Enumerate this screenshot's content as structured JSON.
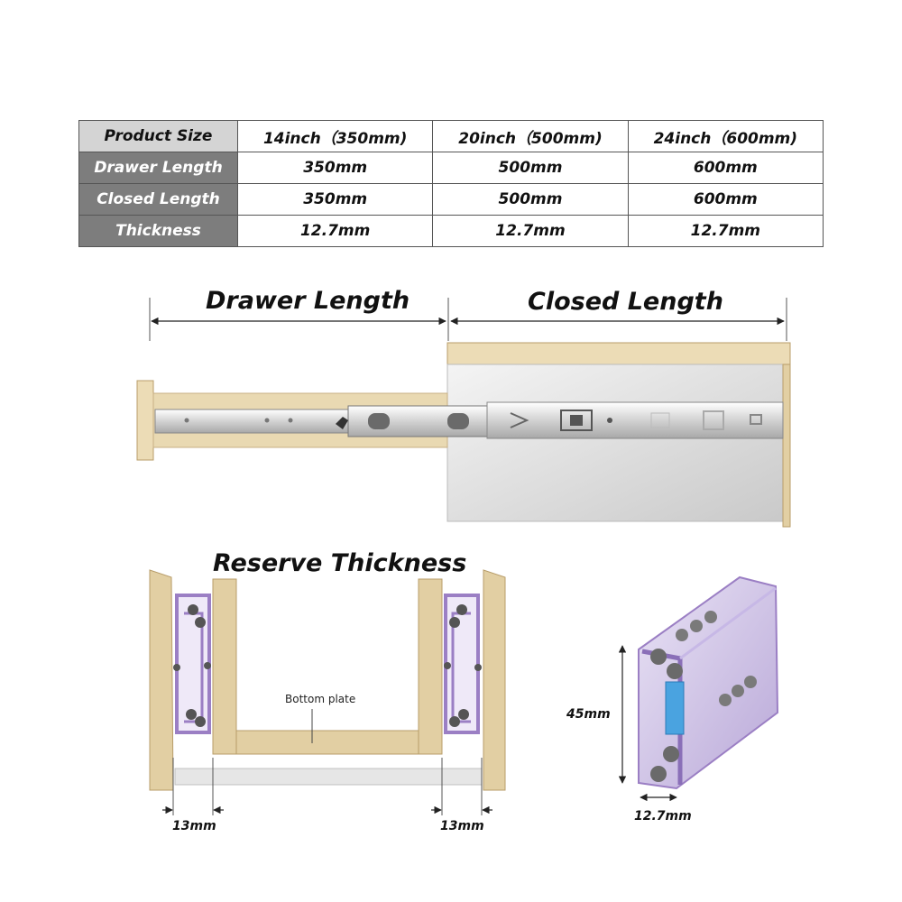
{
  "spec_table": {
    "header": [
      "Product Size",
      "14inch（350mm)",
      "20inch（500mm)",
      "24inch（600mm)"
    ],
    "rows": [
      {
        "label": "Drawer Length",
        "values": [
          "350mm",
          "500mm",
          "600mm"
        ]
      },
      {
        "label": "Closed Length",
        "values": [
          "350mm",
          "500mm",
          "600mm"
        ]
      },
      {
        "label": "Thickness",
        "values": [
          "12.7mm",
          "12.7mm",
          "12.7mm"
        ]
      }
    ]
  },
  "diagram": {
    "drawer_length_label": "Drawer Length",
    "closed_length_label": "Closed Length",
    "reserve_thickness_label": "Reserve Thickness",
    "bottom_plate_label": "Bottom plate",
    "left_gap_label": "13mm",
    "right_gap_label": "13mm",
    "height_label": "45mm",
    "thickness_label": "12.7mm"
  },
  "colors": {
    "wood": "#e2cfa3",
    "wood_edge": "#b89d6a",
    "slide_purple": "#9b7fc4",
    "header_gray": "#d4d4d4",
    "row_label_gray": "#7d7d7d"
  }
}
